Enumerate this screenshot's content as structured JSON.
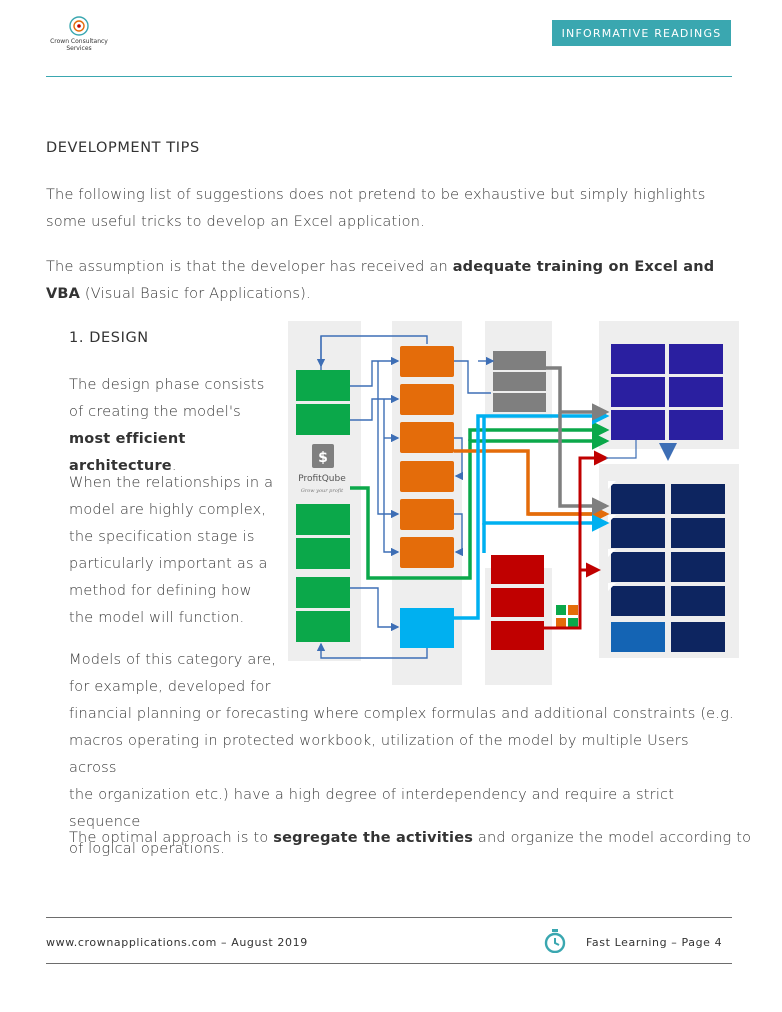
{
  "header": {
    "logo_line1": "Crown Consultancy",
    "logo_line2": "Services",
    "badge": "INFORMATIVE READINGS"
  },
  "section_title": "DEVELOPMENT TIPS",
  "intro": {
    "text1": "The following list of suggestions does not pretend to be exhaustive but simply highlights some useful tricks to develop an Excel application.",
    "text2_prefix": "The assumption is that the developer has received an",
    "text2_bold": "adequate training on Excel and VBA",
    "text2_suffix": "(Visual Basic for Applications)."
  },
  "design": {
    "heading": "1.  DESIGN",
    "p1_lines": [
      "The design phase consists",
      "of creating the model's"
    ],
    "p1_bold": "most efficient architecture",
    "p1_end": ".",
    "p2_lines": [
      "When the relationships in a",
      "model are highly complex,",
      "the specification stage is",
      "particularly important as a",
      "method for defining how",
      "the model will function."
    ],
    "p3_lines": [
      "Models of this category are,",
      "for example, developed for"
    ],
    "p3_full_lines": [
      "financial planning or forecasting where complex formulas and additional constraints (e.g.",
      "macros operating in protected workbook, utilization of the model by multiple Users across",
      "the organization etc.) have a high degree of interdependency and require a strict sequence",
      "of logical operations."
    ],
    "p4_prefix": "The optimal approach is to",
    "p4_bold": "segregate the activities",
    "p4_suffix": "and organize the model according to"
  },
  "diagram": {
    "logo_text": "ProfitQube",
    "logo_tagline": "Grow your profit"
  },
  "footer": {
    "site": "www.crownapplications.com",
    "sep": "–",
    "date": "August 2019",
    "right_label": "Fast Learning",
    "page_label": "Page",
    "page_number": "4"
  },
  "colors": {
    "teal": "#3aa7b0",
    "green": "#0ba84a",
    "orange": "#e46c0a",
    "gray": "#7f7f7f",
    "purple": "#2a1fa0",
    "navy": "#0d2560",
    "red": "#c00000",
    "cyan": "#00b0f0",
    "blue_arrow": "#3d6eb5"
  }
}
